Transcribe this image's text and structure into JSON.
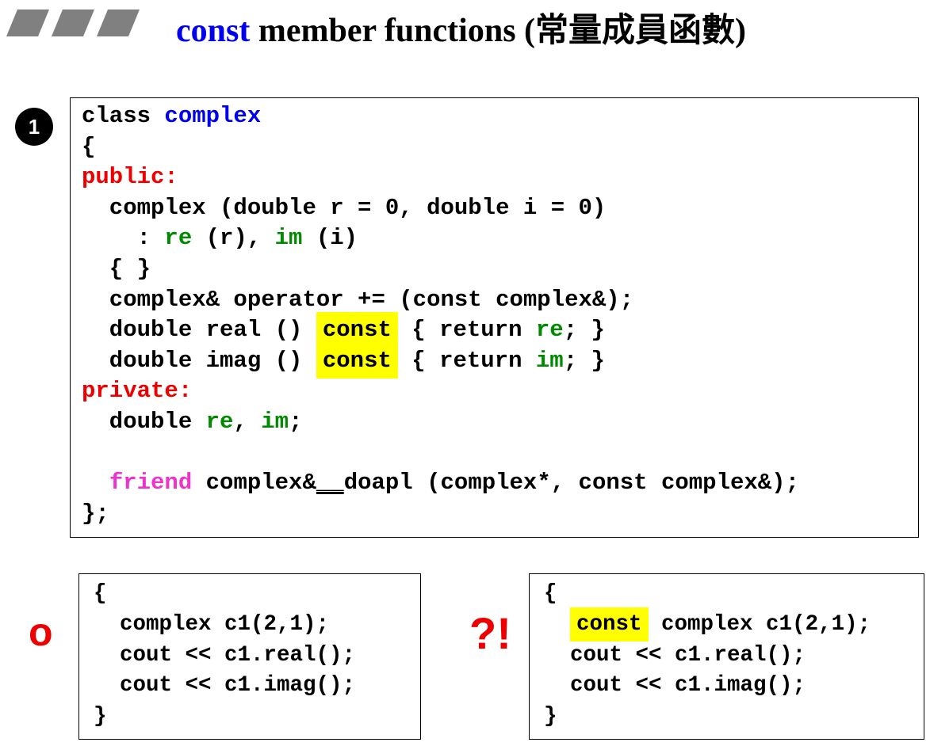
{
  "title": {
    "keyword": "const",
    "rest": " member functions (常量成員函數)"
  },
  "badge": "1",
  "main_code": {
    "class_kw": "class ",
    "class_name": "complex",
    "open_brace": "{",
    "public_label": "public:",
    "ctor_line": "  complex (double r = 0, double i = 0)",
    "init_pre": "    : ",
    "init_re": "re",
    "init_mid": " (r), ",
    "init_im": "im",
    "init_post": " (i)",
    "body_line": "  { }",
    "op_line": "  complex& operator += (const complex&);",
    "real_pre": "  double real () ",
    "real_const": "const",
    "real_mid": " { return ",
    "real_re": "re",
    "real_post": "; }",
    "imag_pre": "  double imag () ",
    "imag_const": "const",
    "imag_mid": " { return ",
    "imag_im": "im",
    "imag_post": "; }",
    "private_label": "private:",
    "members_pre": "  double ",
    "members_re": "re",
    "members_mid": ", ",
    "members_im": "im",
    "members_post": ";",
    "friend_indent": "  ",
    "friend_kw": "friend",
    "friend_pre": " complex&",
    "friend_underscores": "__",
    "friend_post": "doapl (complex*, const complex&);",
    "close": "};"
  },
  "left_mark": "o",
  "left_code": {
    "l1": "{",
    "l2": "  complex c1(2,1);",
    "l3": "  cout << c1.real();",
    "l4": "  cout << c1.imag();",
    "l5": "}"
  },
  "right_mark": "?!",
  "right_code": {
    "l1": "{",
    "l2_indent": "  ",
    "l2_const": "const",
    "l2_rest": " complex c1(2,1);",
    "l3": "  cout << c1.real();",
    "l4": "  cout << c1.imag();",
    "l5": "}"
  },
  "colors": {
    "keyword_blue": "#0000ee",
    "access_red": "#ee0000",
    "member_green": "#008a00",
    "friend_pink": "#ee33cc",
    "highlight_yellow": "#ffff00"
  }
}
